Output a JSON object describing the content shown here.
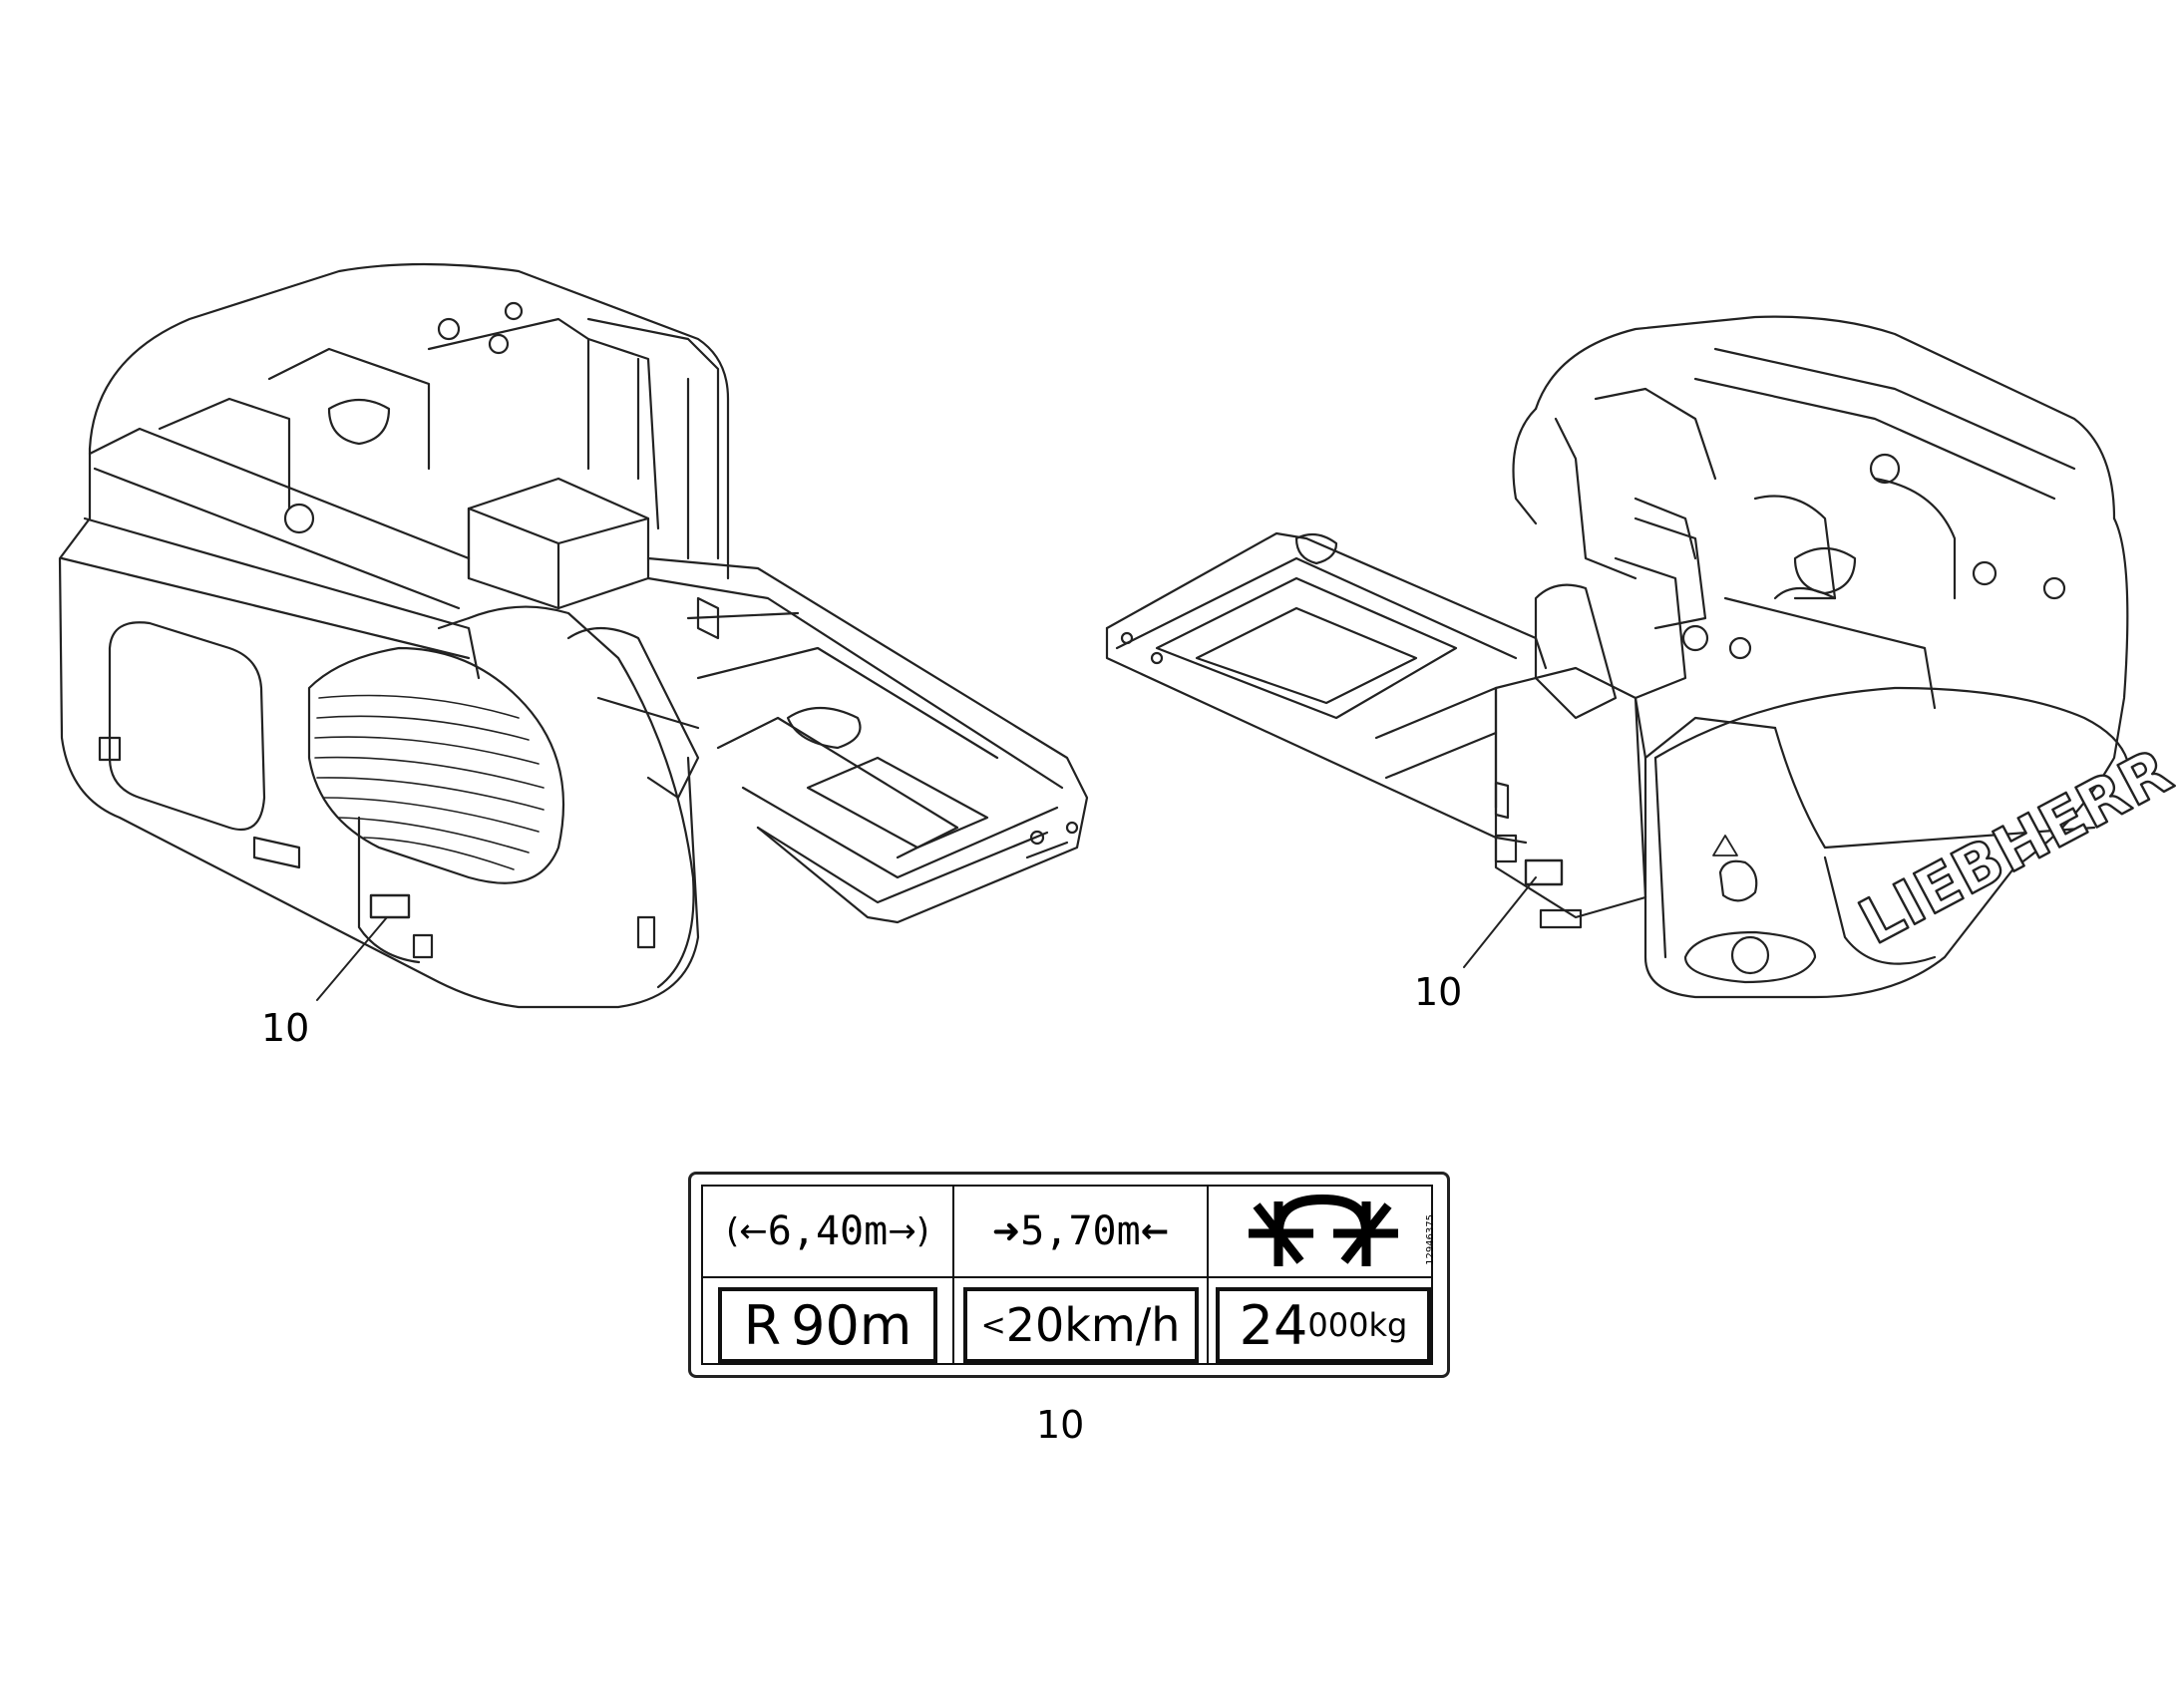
{
  "callouts": {
    "left": "10",
    "right": "10",
    "bottom": "10"
  },
  "decal": {
    "overall_width": "6,40m",
    "track_width": "5,70m",
    "turning_radius_prefix": "R",
    "turning_radius": "90m",
    "speed_prefix": "<",
    "speed": "20km/h",
    "weight_big": "24",
    "weight_small": "000kg",
    "code": "12946375"
  },
  "icons": {
    "lift_symbol": "lifting-point-icon",
    "logo": "liebherr-logo"
  },
  "brand_text": "LIEBHERR"
}
